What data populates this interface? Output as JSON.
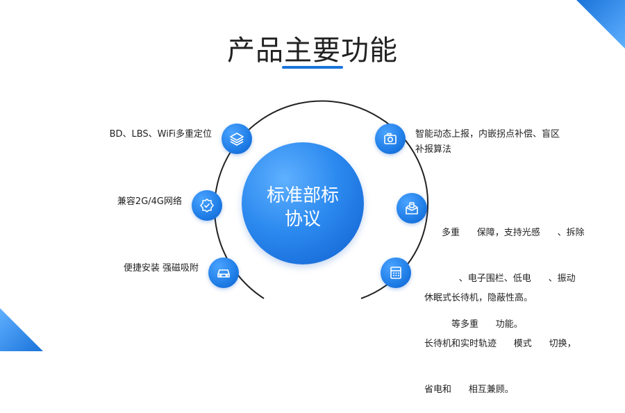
{
  "slide": {
    "title": "产品主要功能",
    "center": {
      "line1": "标准部标",
      "line2": "协议"
    },
    "features_left": [
      {
        "icon": "layers-icon",
        "text": "BD、LBS、WiFi多重定位"
      },
      {
        "icon": "shield-check-icon",
        "text": "兼容2G/4G网络"
      },
      {
        "icon": "car-icon",
        "text": "便捷安装  强磁吸附"
      }
    ],
    "features_right": [
      {
        "icon": "camera-icon",
        "lines": [
          "智能动态上报，内嵌拐点补偿、盲区",
          "补报算法"
        ]
      },
      {
        "icon": "alarm-box-icon",
        "lines": [
          "多重      保障，支持光感      、拆除",
          "      、电子围栏、低电      、振动",
          "等多重      功能。"
        ]
      },
      {
        "icon": "calculator-icon",
        "lines": [
          "休眠式长待机，隐蔽性高。",
          "长待机和实时轨迹      模式      切换，",
          "省电和      相互兼顾。"
        ]
      }
    ],
    "colors": {
      "accent": "#1a73d9",
      "accent_light": "#4aa3ff",
      "ring": "#222222",
      "text": "#222222"
    }
  }
}
